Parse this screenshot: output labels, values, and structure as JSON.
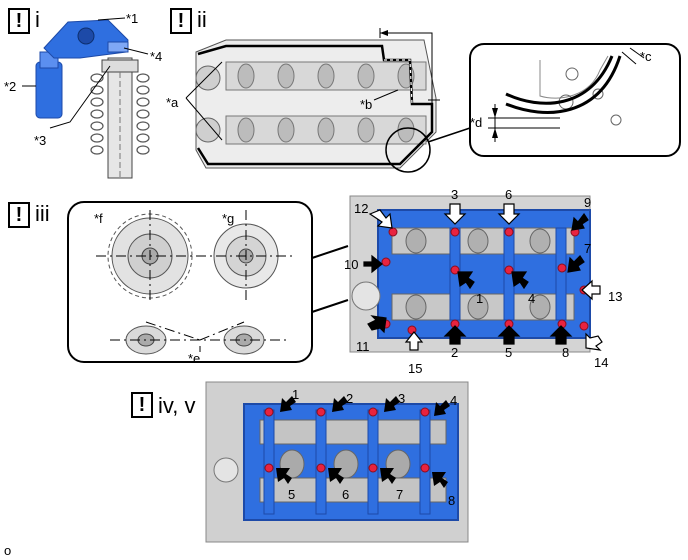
{
  "steps": [
    {
      "mark": "!",
      "label": "i"
    },
    {
      "mark": "!",
      "label": "ii"
    },
    {
      "mark": "!",
      "label": "iii"
    },
    {
      "mark": "!",
      "label": "iv, v"
    }
  ],
  "callouts": {
    "c1": "*1",
    "c2": "*2",
    "c3": "*3",
    "c4": "*4",
    "ca": "*a",
    "cb": "*b",
    "cc": "*c",
    "cd": "*d",
    "ce": "*e",
    "cf": "*f",
    "cg": "*g"
  },
  "iii_numbers": [
    "1",
    "2",
    "3",
    "4",
    "5",
    "6",
    "7",
    "8",
    "9",
    "10",
    "11",
    "12",
    "13",
    "14",
    "15"
  ],
  "iv_numbers": [
    "1",
    "2",
    "3",
    "4",
    "5",
    "6",
    "7",
    "8"
  ],
  "footer_code": "o",
  "colors": {
    "cover_blue": "#2f6fe0",
    "bolt_red": "#e8233f",
    "line": "#000000",
    "engine_gray": "#c8c8c8"
  }
}
